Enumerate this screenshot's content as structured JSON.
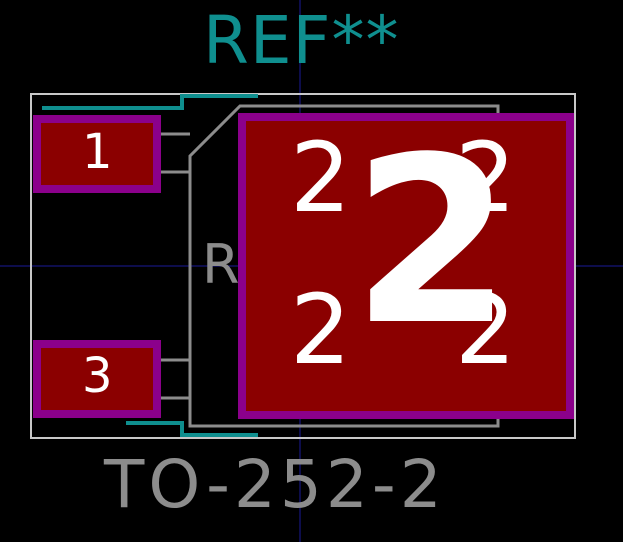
{
  "footprint": {
    "reference": "REF**",
    "value": "TO-252-2",
    "fab_reference": "R"
  },
  "pads": [
    {
      "number": "1"
    },
    {
      "number": "2",
      "overlay_numbers": [
        "2",
        "2",
        "2",
        "2"
      ]
    },
    {
      "number": "3"
    }
  ],
  "colors": {
    "background": "#000000",
    "pad_copper": "#8b0000",
    "pad_outline": "#8b008b",
    "silkscreen": "#0f8f8f",
    "fab_layer": "#8c8c8c",
    "courtyard": "#c8c8c8",
    "crosshair": "#1a1a99"
  }
}
